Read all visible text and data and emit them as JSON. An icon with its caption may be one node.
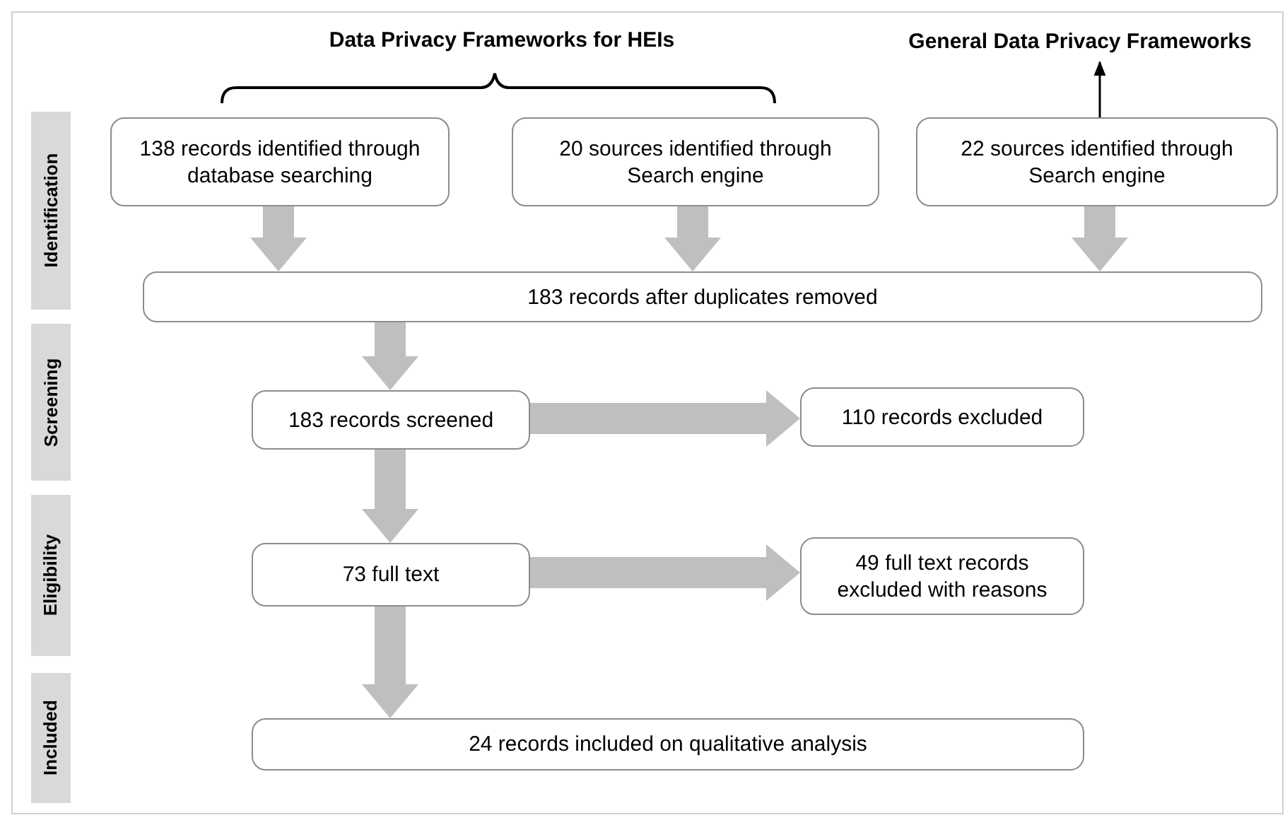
{
  "diagram": {
    "nodes": [
      {
        "text": [
          "Identification"
        ]
      },
      {
        "text": [
          "Screening"
        ]
      },
      {
        "text": [
          "Eligibility"
        ]
      },
      {
        "text": [
          "Included"
        ]
      },
      {
        "text": [
          "General Data Privacy Frameworks"
        ]
      },
      {
        "text": [
          "138 records identified through database searching"
        ]
      },
      {
        "text": [
          "20 sources identified through Search engine"
        ]
      },
      {
        "text": [
          "22 sources identified through Search engine"
        ]
      },
      {
        "text": [
          "183 records after duplicates removed"
        ]
      },
      {
        "text": [
          "183 records screened"
        ]
      },
      {
        "text": [
          "110 records excluded"
        ]
      },
      {
        "text": [
          "73 full text"
        ]
      },
      {
        "text": [
          "49 full text records excluded with reasons"
        ]
      },
      {
        "text": [
          "24 records included on qualitative analysis"
        ]
      }
    ],
    "edges": [
      {
        "from": 7,
        "to": 4,
        "arrow": "to",
        "color": "#000000"
      },
      {
        "from": 5,
        "to": 8,
        "arrow": "to",
        "style": "thick"
      },
      {
        "from": 6,
        "to": 8,
        "arrow": "to",
        "style": "thick"
      },
      {
        "from": 7,
        "to": 8,
        "arrow": "to",
        "style": "thick"
      },
      {
        "from": 8,
        "to": 9,
        "arrow": "to",
        "style": "thick"
      },
      {
        "from": 9,
        "to": 10,
        "arrow": "to",
        "style": "thick"
      },
      {
        "from": 9,
        "to": 11,
        "arrow": "to",
        "style": "thick"
      },
      {
        "from": 11,
        "to": 12,
        "arrow": "to",
        "style": "thick"
      },
      {
        "from": 11,
        "to": 13,
        "arrow": "to",
        "style": "thick"
      }
    ],
    "labels": [
      "Data Privacy Frameworks for HEIs"
    ]
  }
}
